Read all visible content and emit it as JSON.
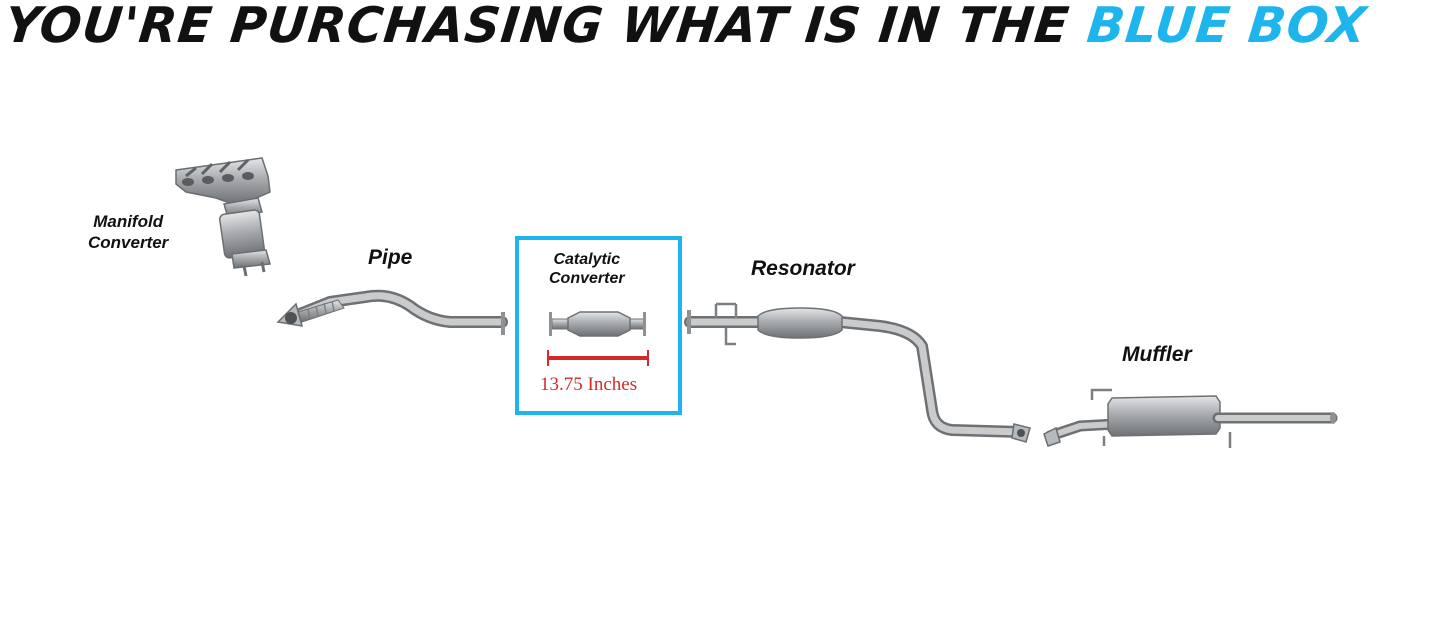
{
  "header": {
    "prefix": "YOU'RE PURCHASING WHAT IS IN THE ",
    "highlight": "BLUE BOX"
  },
  "labels": {
    "manifold_line1": "Manifold",
    "manifold_line2": "Converter",
    "pipe": "Pipe",
    "catalytic_line1": "Catalytic",
    "catalytic_line2": "Converter",
    "resonator": "Resonator",
    "muffler": "Muffler"
  },
  "measurement": "13.75 Inches",
  "colors": {
    "highlight_blue": "#1eb4ec",
    "measurement_red": "#d62828",
    "metal": "#a9acaf"
  }
}
